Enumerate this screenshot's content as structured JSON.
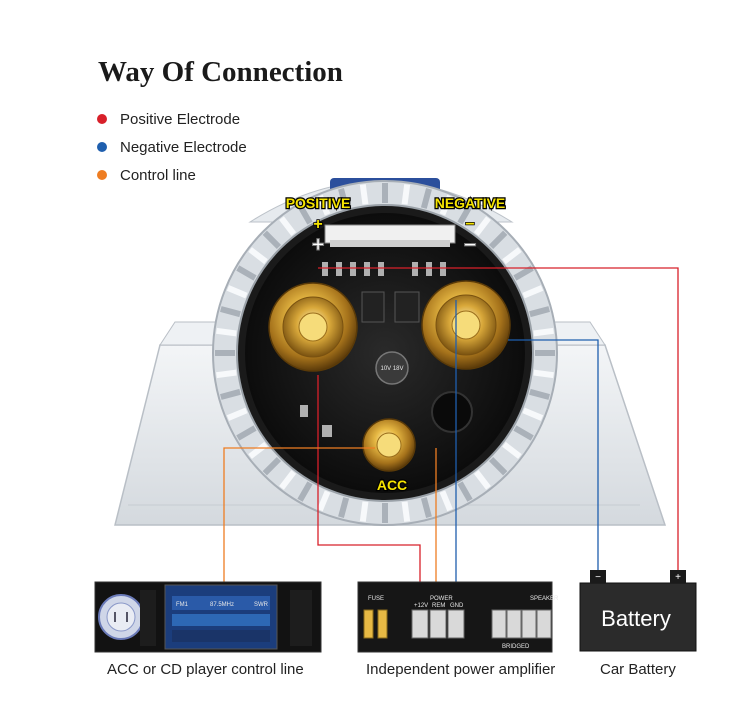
{
  "title": "Way Of Connection",
  "legend": [
    {
      "label": "Positive Electrode",
      "color": "#d8202a"
    },
    {
      "label": "Negative Electrode",
      "color": "#1f5fae"
    },
    {
      "label": "Control line",
      "color": "#ee7d22"
    }
  ],
  "device": {
    "positive_label": "POSITIVE",
    "negative_label": "NEGATIVE",
    "acc_label": "ACC",
    "plus_sign": "+",
    "minus_sign": "−",
    "capacitor_text": "10V 18V"
  },
  "player": {
    "station": "FM1",
    "frequency": "87.5MHz",
    "mode": "SWR",
    "caption": "ACC or CD player control line"
  },
  "amplifier": {
    "fuse_label": "FUSE",
    "power_label": "POWER",
    "speaker_label": "SPEAKER",
    "terminals": [
      "+12V",
      "REM",
      "GND"
    ],
    "bridged_label": "BRIDGED",
    "caption": "Independent power amplifier"
  },
  "battery": {
    "label": "Battery",
    "neg_sign": "−",
    "pos_sign": "+",
    "caption": "Car Battery"
  }
}
